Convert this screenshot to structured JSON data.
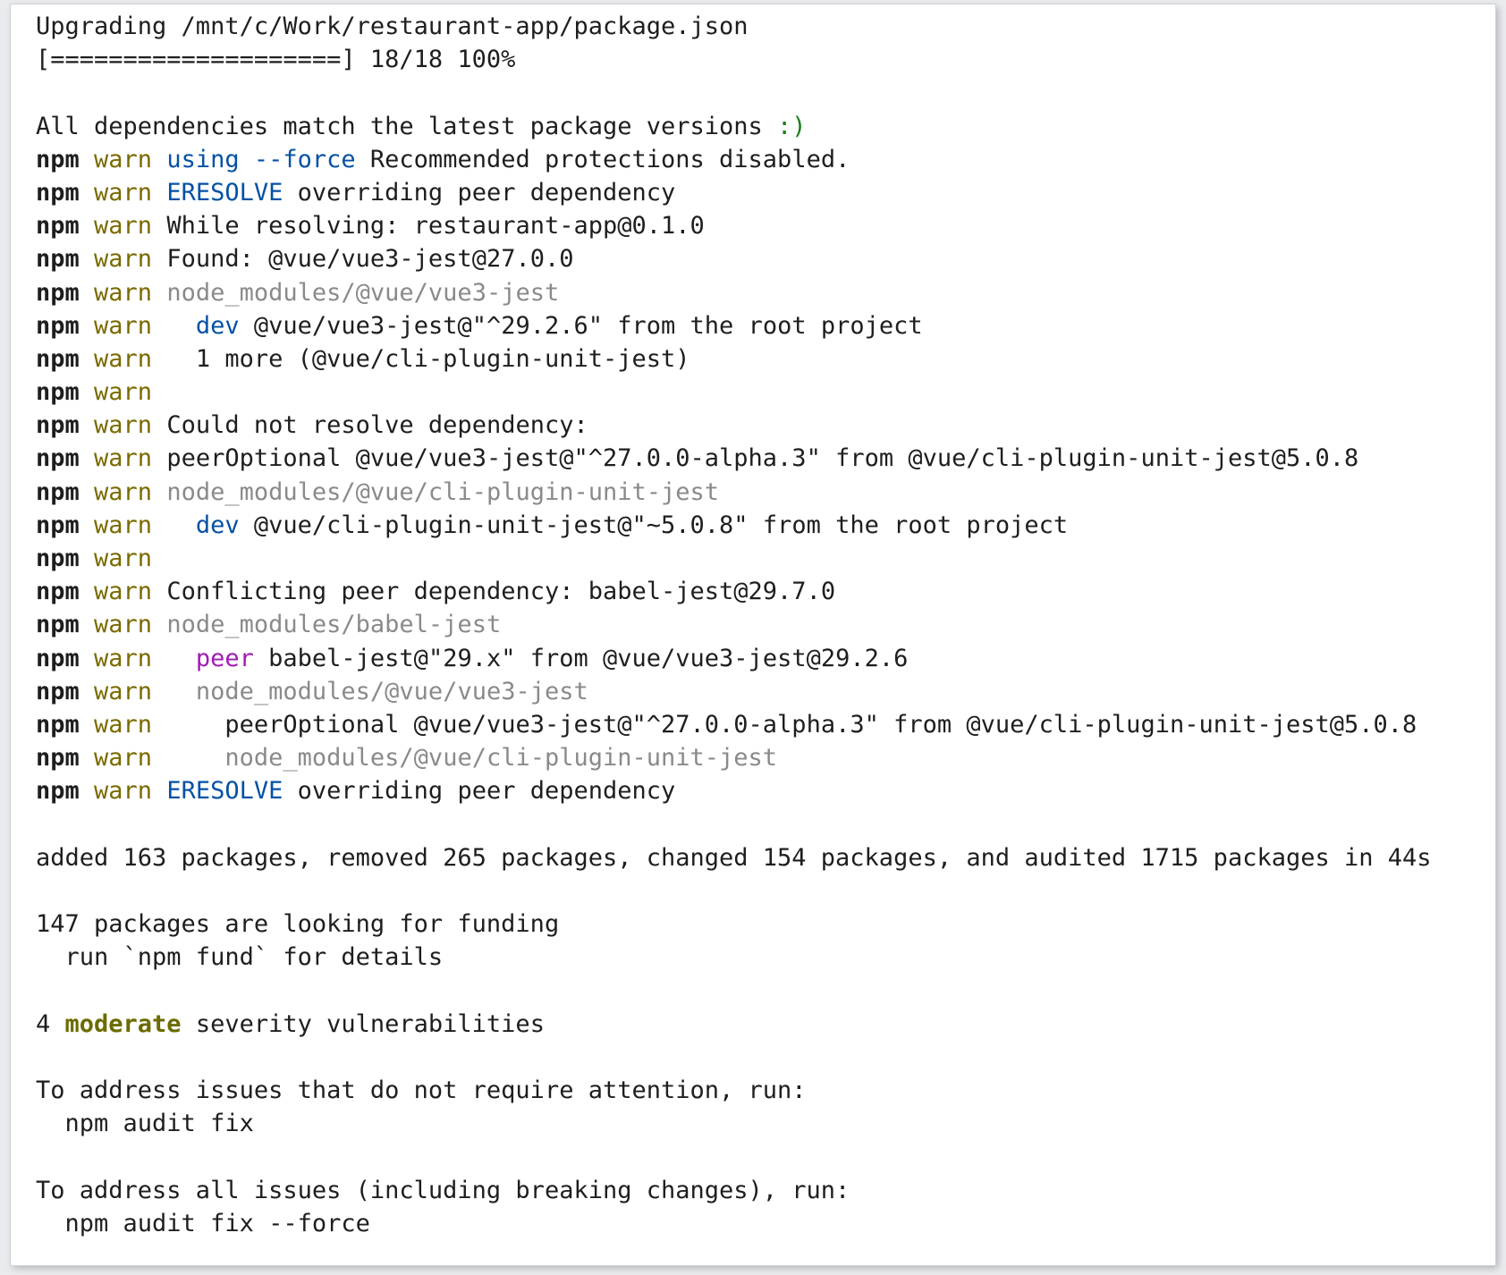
{
  "colors": {
    "background": "#ffffff",
    "text": "#1e1e1e",
    "warn": "#7a6a00",
    "keyword_blue": "#0451a5",
    "path_gray": "#8a8a8a",
    "peer_magenta": "#a31ab5",
    "smile_green": "#1a7f1a",
    "moderate": "#6b6b00"
  },
  "terminal": {
    "lines": [
      {
        "segments": [
          {
            "t": "Upgrading /mnt/c/Work/restaurant-app/package.json",
            "c": "plain"
          }
        ]
      },
      {
        "segments": [
          {
            "t": "[====================] 18/18 100%",
            "c": "plain"
          }
        ]
      },
      {
        "segments": []
      },
      {
        "segments": [
          {
            "t": "All dependencies match the latest package versions ",
            "c": "plain"
          },
          {
            "t": ":)",
            "c": "green"
          }
        ]
      },
      {
        "segments": [
          {
            "t": "npm",
            "c": "npm"
          },
          {
            "t": " warn ",
            "c": "warn"
          },
          {
            "t": "using --force",
            "c": "blue"
          },
          {
            "t": " Recommended protections disabled.",
            "c": "plain"
          }
        ]
      },
      {
        "segments": [
          {
            "t": "npm",
            "c": "npm"
          },
          {
            "t": " warn ",
            "c": "warn"
          },
          {
            "t": "ERESOLVE",
            "c": "blue"
          },
          {
            "t": " overriding peer dependency",
            "c": "plain"
          }
        ]
      },
      {
        "segments": [
          {
            "t": "npm",
            "c": "npm"
          },
          {
            "t": " warn ",
            "c": "warn"
          },
          {
            "t": "While resolving: restaurant-app@0.1.0",
            "c": "plain"
          }
        ]
      },
      {
        "segments": [
          {
            "t": "npm",
            "c": "npm"
          },
          {
            "t": " warn ",
            "c": "warn"
          },
          {
            "t": "Found: @vue/vue3-jest@27.0.0",
            "c": "plain"
          }
        ]
      },
      {
        "segments": [
          {
            "t": "npm",
            "c": "npm"
          },
          {
            "t": " warn ",
            "c": "warn"
          },
          {
            "t": "node_modules/@vue/vue3-jest",
            "c": "gray"
          }
        ]
      },
      {
        "segments": [
          {
            "t": "npm",
            "c": "npm"
          },
          {
            "t": " warn ",
            "c": "warn"
          },
          {
            "t": "  ",
            "c": "plain"
          },
          {
            "t": "dev",
            "c": "blue"
          },
          {
            "t": " @vue/vue3-jest@\"^29.2.6\" from the root project",
            "c": "plain"
          }
        ]
      },
      {
        "segments": [
          {
            "t": "npm",
            "c": "npm"
          },
          {
            "t": " warn ",
            "c": "warn"
          },
          {
            "t": "  1 more (@vue/cli-plugin-unit-jest)",
            "c": "plain"
          }
        ]
      },
      {
        "segments": [
          {
            "t": "npm",
            "c": "npm"
          },
          {
            "t": " warn",
            "c": "warn"
          }
        ]
      },
      {
        "segments": [
          {
            "t": "npm",
            "c": "npm"
          },
          {
            "t": " warn ",
            "c": "warn"
          },
          {
            "t": "Could not resolve dependency:",
            "c": "plain"
          }
        ]
      },
      {
        "segments": [
          {
            "t": "npm",
            "c": "npm"
          },
          {
            "t": " warn ",
            "c": "warn"
          },
          {
            "t": "peerOptional @vue/vue3-jest@\"^27.0.0-alpha.3\" from @vue/cli-plugin-unit-jest@5.0.8",
            "c": "plain"
          }
        ]
      },
      {
        "segments": [
          {
            "t": "npm",
            "c": "npm"
          },
          {
            "t": " warn ",
            "c": "warn"
          },
          {
            "t": "node_modules/@vue/cli-plugin-unit-jest",
            "c": "gray"
          }
        ]
      },
      {
        "segments": [
          {
            "t": "npm",
            "c": "npm"
          },
          {
            "t": " warn ",
            "c": "warn"
          },
          {
            "t": "  ",
            "c": "plain"
          },
          {
            "t": "dev",
            "c": "blue"
          },
          {
            "t": " @vue/cli-plugin-unit-jest@\"~5.0.8\" from the root project",
            "c": "plain"
          }
        ]
      },
      {
        "segments": [
          {
            "t": "npm",
            "c": "npm"
          },
          {
            "t": " warn",
            "c": "warn"
          }
        ]
      },
      {
        "segments": [
          {
            "t": "npm",
            "c": "npm"
          },
          {
            "t": " warn ",
            "c": "warn"
          },
          {
            "t": "Conflicting peer dependency: babel-jest@29.7.0",
            "c": "plain"
          }
        ]
      },
      {
        "segments": [
          {
            "t": "npm",
            "c": "npm"
          },
          {
            "t": " warn ",
            "c": "warn"
          },
          {
            "t": "node_modules/babel-jest",
            "c": "gray"
          }
        ]
      },
      {
        "segments": [
          {
            "t": "npm",
            "c": "npm"
          },
          {
            "t": " warn ",
            "c": "warn"
          },
          {
            "t": "  ",
            "c": "plain"
          },
          {
            "t": "peer",
            "c": "magenta"
          },
          {
            "t": " babel-jest@\"29.x\" from @vue/vue3-jest@29.2.6",
            "c": "plain"
          }
        ]
      },
      {
        "segments": [
          {
            "t": "npm",
            "c": "npm"
          },
          {
            "t": " warn ",
            "c": "warn"
          },
          {
            "t": "  ",
            "c": "plain"
          },
          {
            "t": "node_modules/@vue/vue3-jest",
            "c": "gray"
          }
        ]
      },
      {
        "segments": [
          {
            "t": "npm",
            "c": "npm"
          },
          {
            "t": " warn ",
            "c": "warn"
          },
          {
            "t": "    peerOptional @vue/vue3-jest@\"^27.0.0-alpha.3\" from @vue/cli-plugin-unit-jest@5.0.8",
            "c": "plain"
          }
        ]
      },
      {
        "segments": [
          {
            "t": "npm",
            "c": "npm"
          },
          {
            "t": " warn ",
            "c": "warn"
          },
          {
            "t": "    ",
            "c": "plain"
          },
          {
            "t": "node_modules/@vue/cli-plugin-unit-jest",
            "c": "gray"
          }
        ]
      },
      {
        "segments": [
          {
            "t": "npm",
            "c": "npm"
          },
          {
            "t": " warn ",
            "c": "warn"
          },
          {
            "t": "ERESOLVE",
            "c": "blue"
          },
          {
            "t": " overriding peer dependency",
            "c": "plain"
          }
        ]
      },
      {
        "segments": []
      },
      {
        "segments": [
          {
            "t": "added 163 packages, removed 265 packages, changed 154 packages, and audited 1715 packages in 44s",
            "c": "plain"
          }
        ]
      },
      {
        "segments": []
      },
      {
        "segments": [
          {
            "t": "147 packages are looking for funding",
            "c": "plain"
          }
        ]
      },
      {
        "segments": [
          {
            "t": "  run `npm fund` for details",
            "c": "plain"
          }
        ]
      },
      {
        "segments": []
      },
      {
        "segments": [
          {
            "t": "4 ",
            "c": "plain"
          },
          {
            "t": "moderate",
            "c": "moderate"
          },
          {
            "t": " severity vulnerabilities",
            "c": "plain"
          }
        ]
      },
      {
        "segments": []
      },
      {
        "segments": [
          {
            "t": "To address issues that do not require attention, run:",
            "c": "plain"
          }
        ]
      },
      {
        "segments": [
          {
            "t": "  npm audit fix",
            "c": "plain"
          }
        ]
      },
      {
        "segments": []
      },
      {
        "segments": [
          {
            "t": "To address all issues (including breaking changes), run:",
            "c": "plain"
          }
        ]
      },
      {
        "segments": [
          {
            "t": "  npm audit fix --force",
            "c": "plain"
          }
        ]
      }
    ]
  }
}
